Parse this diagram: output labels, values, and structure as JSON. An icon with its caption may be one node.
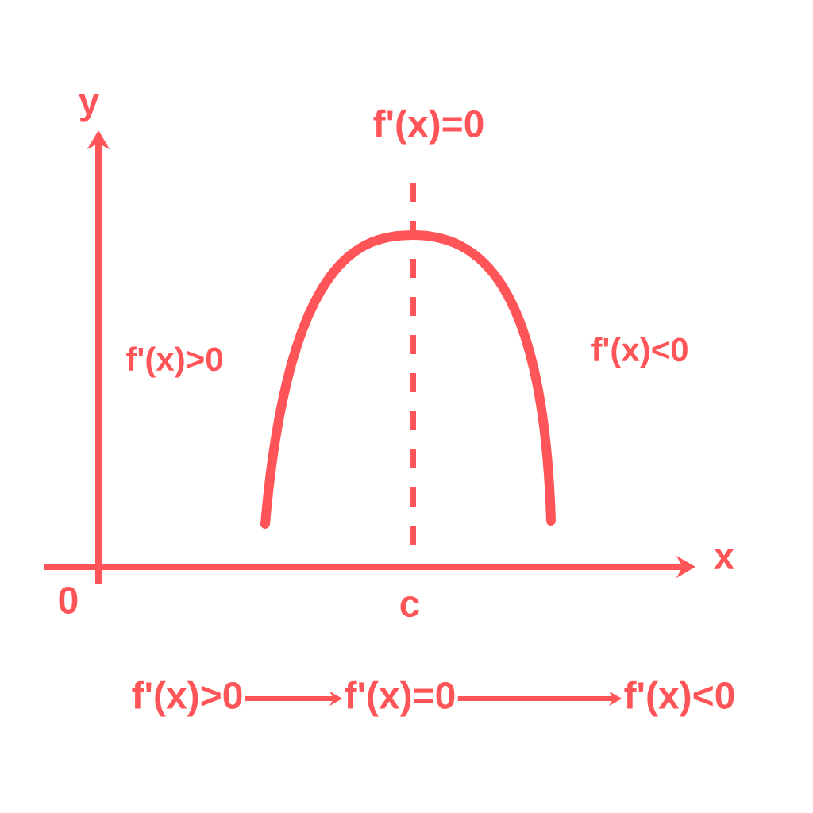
{
  "diagram": {
    "nodes": [
      {
        "text": [
          "f'(x)>0"
        ]
      },
      {
        "text": [
          "f'(x)=0"
        ]
      },
      {
        "text": [
          "f'(x)<0"
        ]
      }
    ],
    "edges": [
      {
        "from": 0,
        "to": 1,
        "arrow": "to"
      },
      {
        "from": 1,
        "to": 2,
        "arrow": "to"
      }
    ],
    "labels": [
      "y",
      "f'(x)=0",
      "f'(x)>0",
      "f'(x)<0",
      "x",
      "0",
      "c"
    ]
  }
}
